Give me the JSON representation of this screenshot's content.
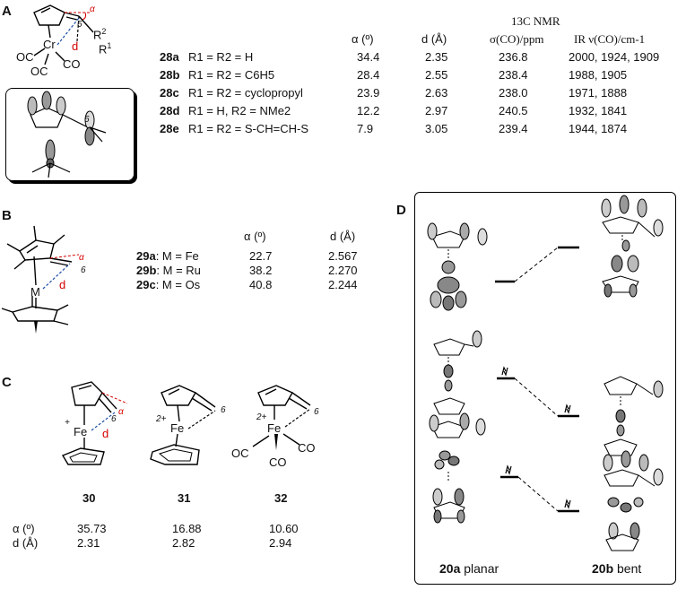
{
  "panels": {
    "A": {
      "letter": "A",
      "structure": {
        "r2": "R",
        "r2_sup": "2",
        "r1": "R",
        "r1_sup": "1",
        "cr": "Cr",
        "oc1": "OC",
        "oc2": "OC",
        "co": "CO",
        "d": "d",
        "alpha": "α",
        "six": "6"
      },
      "headers": {
        "alpha": "α (º)",
        "d": "d (Å)",
        "nmr_top": "13C NMR",
        "nmr_bottom": "σ(CO)/ppm",
        "ir": "IR ν(CO)/cm-1"
      },
      "rows": [
        {
          "id": "28a",
          "sub": "R1 = R2 = H",
          "alpha": "34.4",
          "d": "2.35",
          "nmr": "236.8",
          "ir": "2000, 1924, 1909"
        },
        {
          "id": "28b",
          "sub": "R1 = R2 = C6H5",
          "alpha": "28.4",
          "d": "2.55",
          "nmr": "238.4",
          "ir": "1988, 1905"
        },
        {
          "id": "28c",
          "sub": "R1 = R2 = cyclopropyl",
          "alpha": "23.9",
          "d": "2.63",
          "nmr": "238.0",
          "ir": "1971, 1888"
        },
        {
          "id": "28d",
          "sub": "R1 = H, R2 = NMe2",
          "alpha": "12.2",
          "d": "2.97",
          "nmr": "240.5",
          "ir": "1932, 1841"
        },
        {
          "id": "28e",
          "sub": "R1 = R2 = S-CH=CH-S",
          "alpha": "7.9",
          "d": "3.05",
          "nmr": "239.4",
          "ir": "1944, 1874"
        }
      ],
      "inset_label": "6"
    },
    "B": {
      "letter": "B",
      "structure": {
        "m": "M",
        "d": "d",
        "alpha": "α",
        "six": "6"
      },
      "headers": {
        "alpha": "α (º)",
        "d": "d (Å)"
      },
      "rows": [
        {
          "id": "29a",
          "sub": ": M = Fe",
          "alpha": "22.7",
          "d": "2.567"
        },
        {
          "id": "29b",
          "sub": ": M = Ru",
          "alpha": "38.2",
          "d": "2.270"
        },
        {
          "id": "29c",
          "sub": ": M = Os",
          "alpha": "40.8",
          "d": "2.244"
        }
      ]
    },
    "C": {
      "letter": "C",
      "compounds": [
        {
          "id": "30",
          "metal": "Fe",
          "charge": "+",
          "alpha": "35.73",
          "d": "2.31"
        },
        {
          "id": "31",
          "metal": "Fe",
          "charge": "2+",
          "alpha": "16.88",
          "d": "2.82"
        },
        {
          "id": "32",
          "metal": "Fe",
          "charge": "2+",
          "alpha": "10.60",
          "d": "2.94"
        }
      ],
      "row_labels": {
        "alpha": "α (º)",
        "d": "d (Å)"
      },
      "struct_labels": {
        "d": "d",
        "alpha": "α",
        "six": "6",
        "oc": "OC",
        "co1": "CO",
        "co2": "CO"
      }
    },
    "D": {
      "letter": "D",
      "left_label_bold": "20a",
      "left_label": " planar",
      "right_label_bold": "20b",
      "right_label": " bent"
    }
  }
}
